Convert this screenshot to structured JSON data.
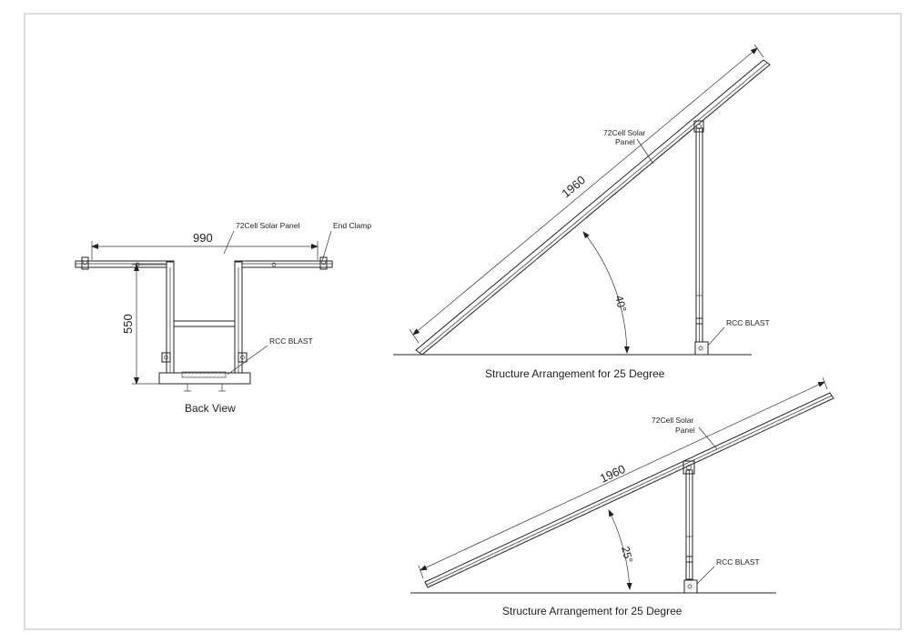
{
  "back_view": {
    "title": "Back View",
    "width_dim": "990",
    "height_dim": "550",
    "panel_label": "72Cell Solar Panel",
    "clamp_label": "End Clamp",
    "rcc_label": "RCC BLAST"
  },
  "side_view_top": {
    "caption": "Structure Arrangement for 25 Degree",
    "length_dim": "1960",
    "angle_label": "40°",
    "panel_label_line1": "72Cell Solar",
    "panel_label_line2": "Panel",
    "rcc_label": "RCC BLAST"
  },
  "side_view_bottom": {
    "caption": "Structure Arrangement for 25 Degree",
    "length_dim": "1960",
    "angle_label": "25°",
    "panel_label_line1": "72Cell Solar",
    "panel_label_line2": "Panel",
    "rcc_label": "RCC BLAST"
  }
}
